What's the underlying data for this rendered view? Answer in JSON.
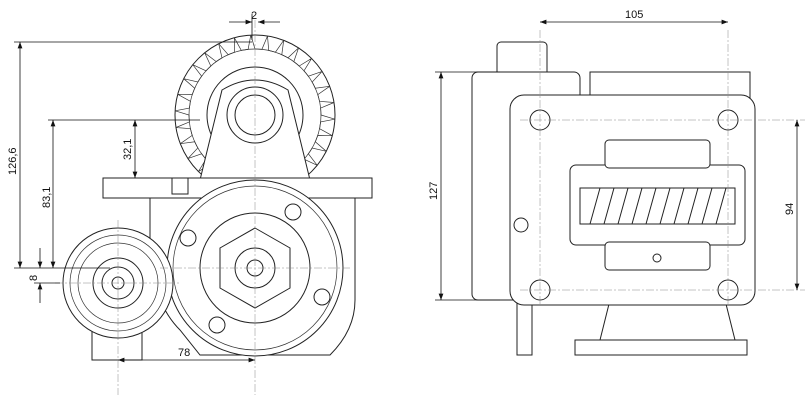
{
  "drawing": {
    "front_view": {
      "dimensions": {
        "offset_top": "2",
        "overall_height": "126,6",
        "shaft_height": "83,1",
        "gear_offset": "32,1",
        "low_offset": "8",
        "shaft_distance": "78"
      }
    },
    "side_view": {
      "dimensions": {
        "hole_spacing_horizontal": "105",
        "overall_height": "127",
        "hole_spacing_vertical": "94"
      }
    }
  }
}
